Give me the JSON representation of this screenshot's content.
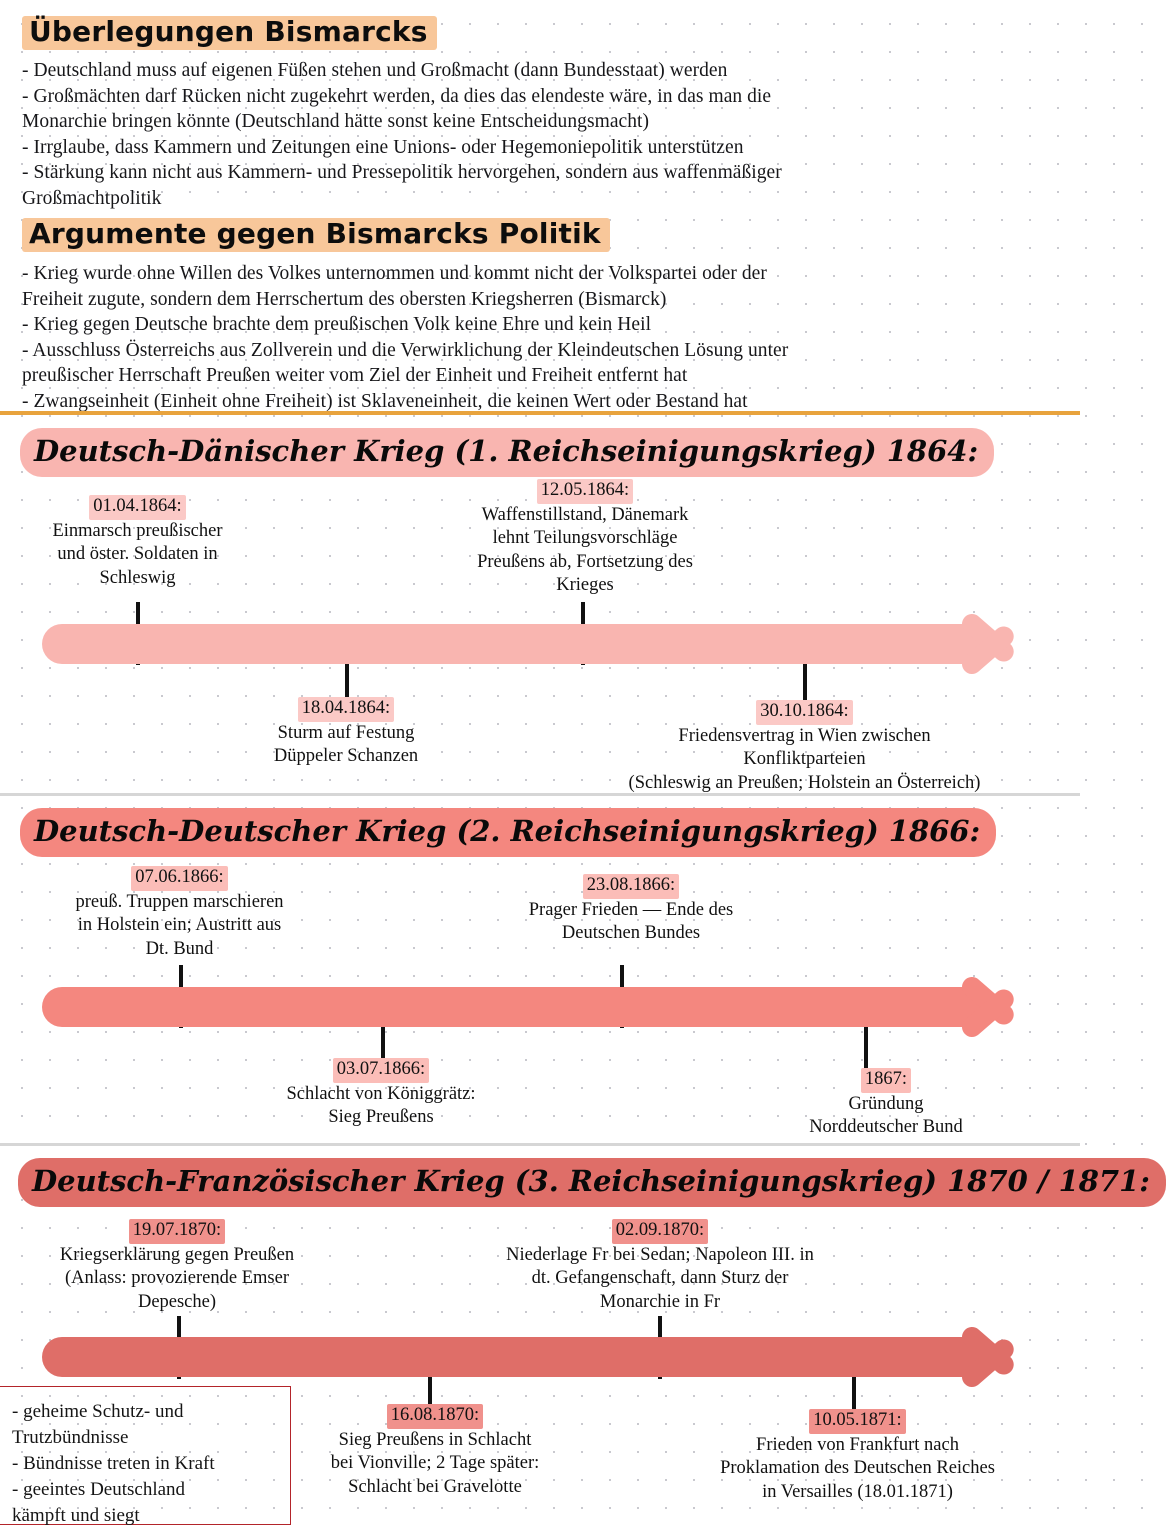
{
  "colors": {
    "heading_highlight": "#f8c79a",
    "orange_rule": "#e8a33d",
    "grey_rule": "#d6d6d6",
    "timeline1": "#f9b5b0",
    "timeline2": "#f4877f",
    "timeline3": "#df6e68",
    "note_box_border": "#b3242a"
  },
  "notes": {
    "section1": {
      "heading": "Überlegungen Bismarcks",
      "bullets": [
        "- Deutschland muss auf eigenen Füßen stehen und Großmacht (dann Bundesstaat) werden",
        "- Großmächten darf Rücken nicht zugekehrt werden, da dies das elendeste wäre, in das man die\nMonarchie bringen könnte (Deutschland hätte sonst keine Entscheidungsmacht)",
        "- Irrglaube, dass Kammern und Zeitungen eine Unions- oder Hegemoniepolitik unterstützen",
        "- Stärkung kann nicht aus Kammern- und Pressepolitik hervorgehen, sondern aus waffenmäßiger\nGroßmachtpolitik"
      ]
    },
    "section2": {
      "heading": "Argumente gegen Bismarcks Politik",
      "bullets": [
        "- Krieg wurde ohne Willen des Volkes unternommen und kommt nicht der Volkspartei oder der\nFreiheit zugute, sondern dem Herrschertum des obersten Kriegsherren (Bismarck)",
        "- Krieg gegen Deutsche brachte dem preußischen Volk keine Ehre und kein Heil",
        "- Ausschluss Österreichs aus Zollverein und die Verwirklichung der Kleindeutschen Lösung unter\npreußischer Herrschaft Preußen weiter vom Ziel der Einheit und Freiheit entfernt hat",
        "- Zwangseinheit (Einheit ohne Freiheit) ist Sklaveneinheit, die keinen Wert oder Bestand hat"
      ]
    }
  },
  "timelines": [
    {
      "title": "Deutsch-Dänischer Krieg (1. Reichseinigungskrieg) 1864:",
      "color": "#f9b5b0",
      "events_above": [
        {
          "date": "01.04.1864:",
          "text": "Einmarsch preußischer\nund öster. Soldaten in\nSchleswig"
        },
        {
          "date": "12.05.1864:",
          "text": "Waffenstillstand, Dänemark\nlehnt Teilungsvorschläge\nPreußens ab, Fortsetzung des\nKrieges"
        }
      ],
      "events_below": [
        {
          "date": "18.04.1864:",
          "text": "Sturm auf Festung\nDüppeler Schanzen"
        },
        {
          "date": "30.10.1864:",
          "text": "Friedensvertrag in Wien zwischen\nKonfliktparteien\n(Schleswig an Preußen; Holstein an Österreich)"
        }
      ]
    },
    {
      "title": "Deutsch-Deutscher Krieg (2. Reichseinigungskrieg) 1866:",
      "color": "#f4877f",
      "events_above": [
        {
          "date": "07.06.1866:",
          "text": "preuß. Truppen marschieren\nin Holstein ein; Austritt aus\nDt. Bund"
        },
        {
          "date": "23.08.1866:",
          "text": "Prager Frieden — Ende des\nDeutschen Bundes"
        }
      ],
      "events_below": [
        {
          "date": "03.07.1866:",
          "text": "Schlacht von Königgrätz:\nSieg Preußens"
        },
        {
          "date": "1867:",
          "text": "Gründung\nNorddeutscher Bund"
        }
      ]
    },
    {
      "title": "Deutsch-Französischer Krieg (3. Reichseinigungskrieg) 1870 / 1871:",
      "color": "#df6e68",
      "events_above": [
        {
          "date": "19.07.1870:",
          "text": "Kriegserklärung gegen Preußen\n(Anlass: provozierende Emser\nDepesche)"
        },
        {
          "date": "02.09.1870:",
          "text": "Niederlage Fr bei Sedan; Napoleon III. in\ndt. Gefangenschaft, dann Sturz der\nMonarchie in Fr"
        }
      ],
      "events_below": [
        {
          "date": "16.08.1870:",
          "text": "Sieg Preußens in Schlacht\nbei Vionville; 2 Tage später:\nSchlacht bei Gravelotte"
        },
        {
          "date": "10.05.1871:",
          "text": "Frieden von Frankfurt nach\nProklamation des Deutschen Reiches\nin Versailles (18.01.1871)"
        }
      ]
    }
  ],
  "note_box": {
    "text": "- geheime Schutz- und\nTrutzbündnisse\n- Bündnisse treten in Kraft\n- geeintes Deutschland\nkämpft und siegt"
  }
}
